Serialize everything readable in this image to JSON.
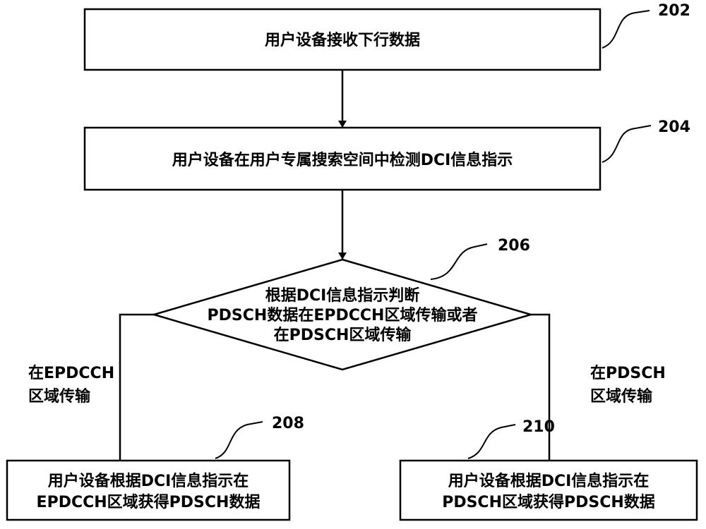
{
  "nodes": {
    "receive": {
      "ref": "202",
      "lines": [
        "用户设备接收下行数据"
      ]
    },
    "detect": {
      "ref": "204",
      "lines": [
        "用户设备在用户专属搜索空间中检测DCI信息指示"
      ]
    },
    "decide": {
      "ref": "206",
      "lines": [
        "根据DCI信息指示判断",
        "PDSCH数据在EPDCCH区域传输或者",
        "在PDSCH区域传输"
      ]
    },
    "obtain_epdcch": {
      "ref": "208",
      "lines": [
        "用户设备根据DCI信息指示在",
        "EPDCCH区域获得PDSCH数据"
      ]
    },
    "obtain_pdsch": {
      "ref": "210",
      "lines": [
        "用户设备根据DCI信息指示在",
        "PDSCH区域获得PDSCH数据"
      ]
    }
  },
  "edges": {
    "left_branch": [
      "在EPDCCH",
      "区域传输"
    ],
    "right_branch": [
      "在PDSCH",
      "区域传输"
    ]
  }
}
